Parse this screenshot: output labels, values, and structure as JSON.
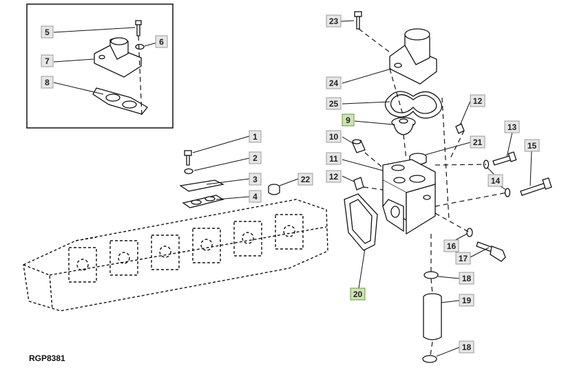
{
  "figure": {
    "reference_code": "RGP8381",
    "colors": {
      "label_fill": "#e6e6e6",
      "label_stroke": "#9a9a9a",
      "highlight_fill": "#cde3b5",
      "highlight_stroke": "#6b9a3a",
      "line": "#111111"
    }
  },
  "callouts": [
    {
      "label": "5"
    },
    {
      "label": "6"
    },
    {
      "label": "7"
    },
    {
      "label": "8"
    },
    {
      "label": "23"
    },
    {
      "label": "24"
    },
    {
      "label": "25"
    },
    {
      "label": "9"
    },
    {
      "label": "12"
    },
    {
      "label": "10"
    },
    {
      "label": "21"
    },
    {
      "label": "13"
    },
    {
      "label": "15"
    },
    {
      "label": "11"
    },
    {
      "label": "14"
    },
    {
      "label": "12"
    },
    {
      "label": "1"
    },
    {
      "label": "2"
    },
    {
      "label": "3"
    },
    {
      "label": "22"
    },
    {
      "label": "4"
    },
    {
      "label": "16"
    },
    {
      "label": "17"
    },
    {
      "label": "18"
    },
    {
      "label": "20"
    },
    {
      "label": "19"
    },
    {
      "label": "18"
    }
  ]
}
